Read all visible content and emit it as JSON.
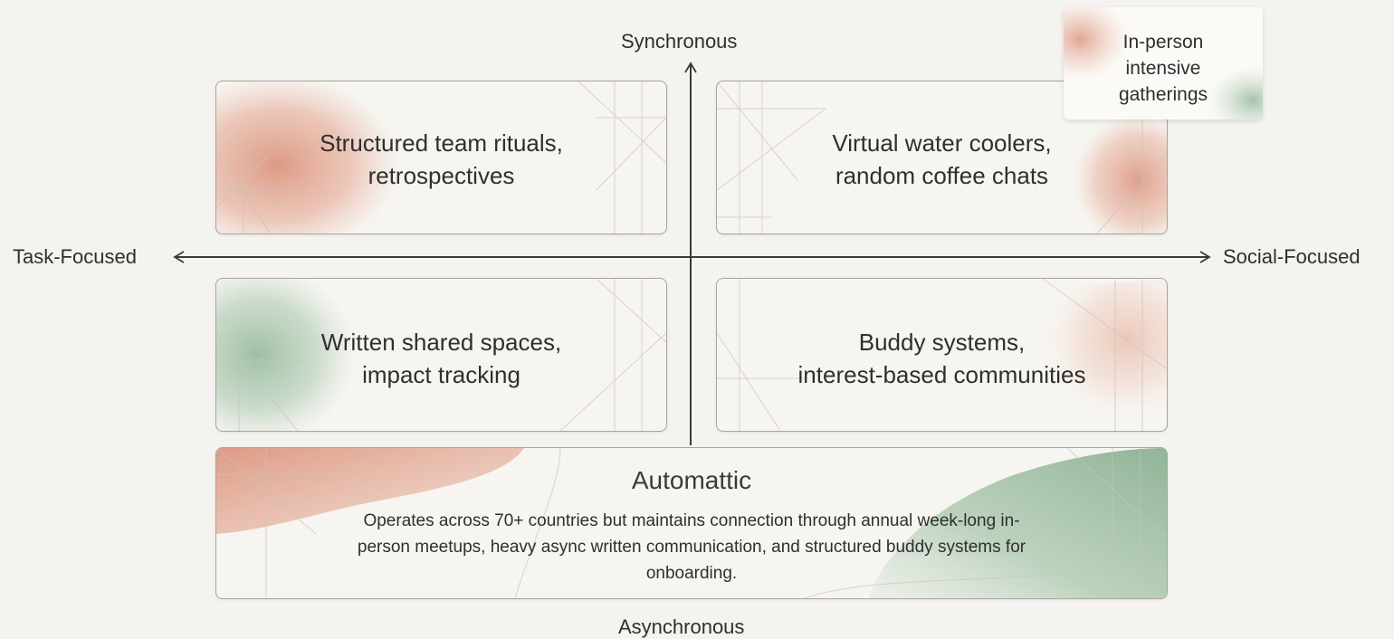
{
  "axes": {
    "top": "Synchronous",
    "bottom": "Asynchronous",
    "left": "Task-Focused",
    "right": "Social-Focused"
  },
  "quadrants": {
    "top_left": [
      "Structured team rituals,",
      "retrospectives"
    ],
    "top_right": [
      "Virtual water coolers,",
      "random coffee chats"
    ],
    "bottom_left": [
      "Written shared spaces,",
      "impact tracking"
    ],
    "bottom_right": [
      "Buddy systems,",
      "interest-based communities"
    ]
  },
  "callout": [
    "In-person",
    "intensive",
    "gatherings"
  ],
  "example": {
    "title": "Automattic",
    "lines": [
      "Operates across 70+ countries but maintains connection through annual week-long in-",
      "person meetups, heavy async written communication, and structured buddy systems for",
      "onboarding."
    ]
  },
  "colors": {
    "background": "#f5f3ef",
    "terracotta": "#d9826b",
    "sage": "#8fb596",
    "border": "#a9a6a0",
    "axis": "#3a3a3a"
  }
}
